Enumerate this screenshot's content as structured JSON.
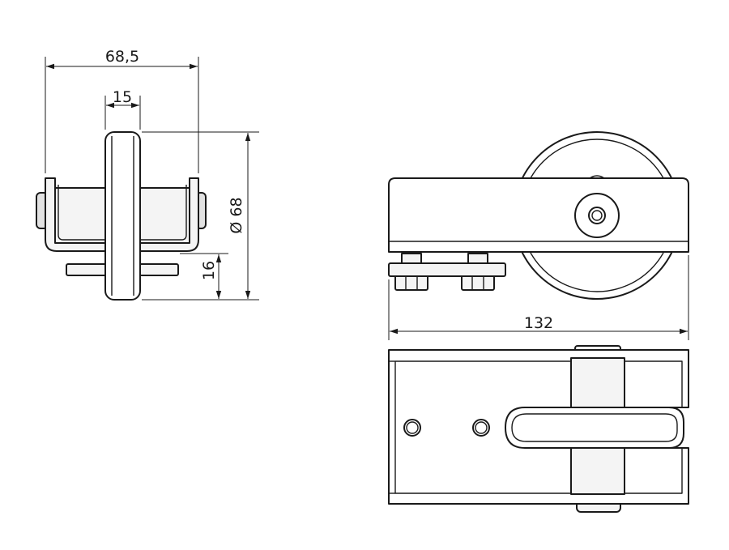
{
  "dimensions": {
    "overall_width": "68,5",
    "wheel_width": "15",
    "wheel_diameter": "Ø 68",
    "offset_height": "16",
    "total_length": "132"
  },
  "colors": {
    "line": "#1a1a1a",
    "fill_light": "#f4f4f4",
    "fill_dark": "#e2e2e2"
  }
}
